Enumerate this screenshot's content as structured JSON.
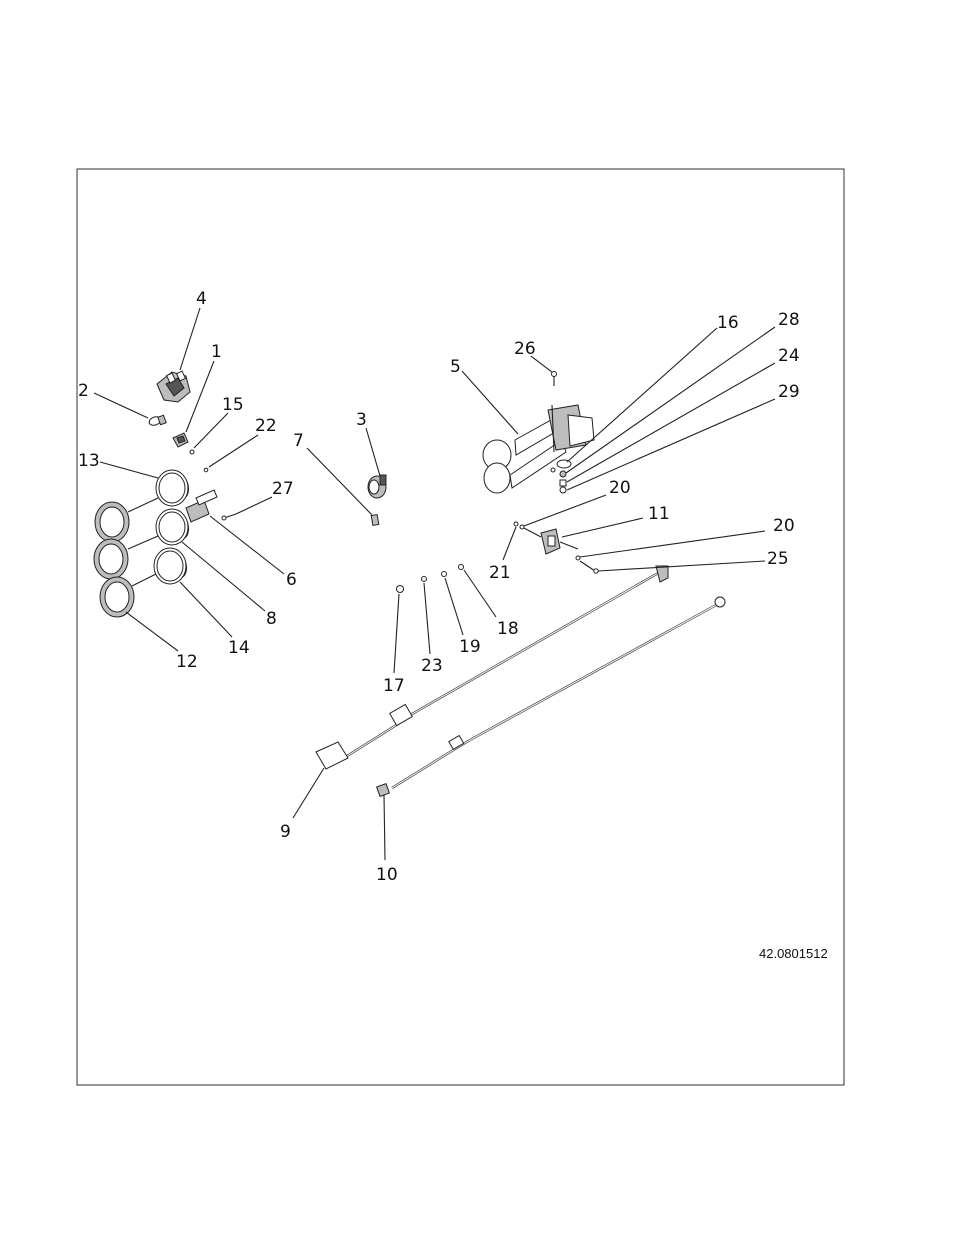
{
  "drawing_number": "42.0801512",
  "callouts": {
    "c1": "1",
    "c2": "2",
    "c3": "3",
    "c4": "4",
    "c5": "5",
    "c6": "6",
    "c7": "7",
    "c8": "8",
    "c9": "9",
    "c10": "10",
    "c11": "11",
    "c12": "12",
    "c13": "13",
    "c14": "14",
    "c15": "15",
    "c16": "16",
    "c17": "17",
    "c18": "18",
    "c19": "19",
    "c20a": "20",
    "c20b": "20",
    "c21": "21",
    "c22": "22",
    "c23": "23",
    "c24": "24",
    "c25": "25",
    "c26": "26",
    "c27": "27",
    "c28": "28",
    "c29": "29"
  }
}
